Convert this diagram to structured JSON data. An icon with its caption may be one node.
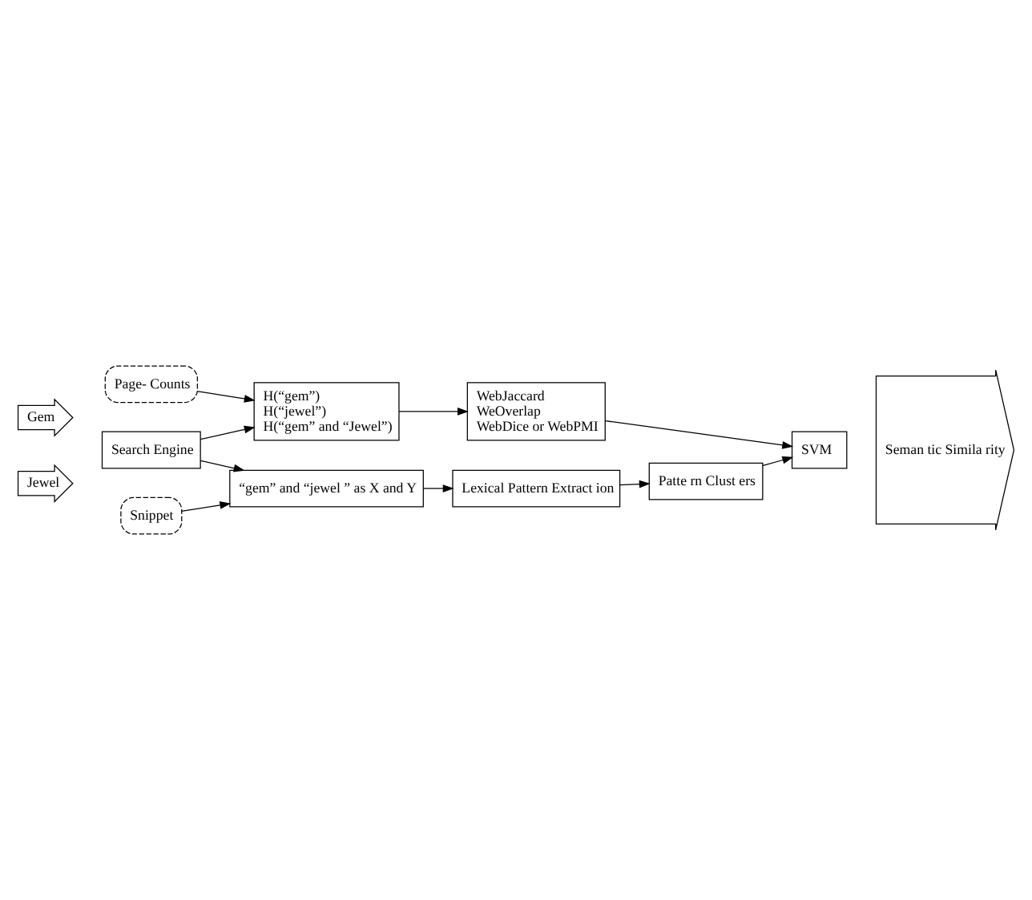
{
  "diagram": {
    "nodes": [
      {
        "text": [
          "Page- Counts"
        ]
      },
      {
        "text": [
          "H(“gem”)",
          "H(“jewel”)",
          "H(“gem” and “Jewel”)"
        ]
      },
      {
        "text": [
          "WebJaccard",
          "WeOverlap",
          "WebDice or WebPMI"
        ]
      },
      {
        "text": [
          "Gem"
        ]
      },
      {
        "text": [
          "Jewel"
        ]
      },
      {
        "text": [
          "Search Engine"
        ]
      },
      {
        "text": [
          "SVM"
        ]
      },
      {
        "text": [
          "Seman tic Simila rity"
        ]
      },
      {
        "text": [
          "Snippet"
        ]
      },
      {
        "text": [
          "“gem” and “jewel ” as X and Y"
        ]
      },
      {
        "text": [
          "Lexical Pattern Extract ion"
        ]
      },
      {
        "text": [
          "Patte rn Clust ers"
        ]
      }
    ],
    "edges": [
      {
        "from": 0,
        "to": 1,
        "arrow": "to"
      },
      {
        "from": 5,
        "to": 1,
        "arrow": "to"
      },
      {
        "from": 1,
        "to": 2,
        "arrow": "to"
      },
      {
        "from": 2,
        "to": 6,
        "arrow": "to"
      },
      {
        "from": 5,
        "to": 9,
        "arrow": "to"
      },
      {
        "from": 8,
        "to": 9,
        "arrow": "to"
      },
      {
        "from": 9,
        "to": 10,
        "arrow": "to"
      },
      {
        "from": 10,
        "to": 11,
        "arrow": "to"
      },
      {
        "from": 11,
        "to": 6,
        "arrow": "to"
      }
    ]
  }
}
